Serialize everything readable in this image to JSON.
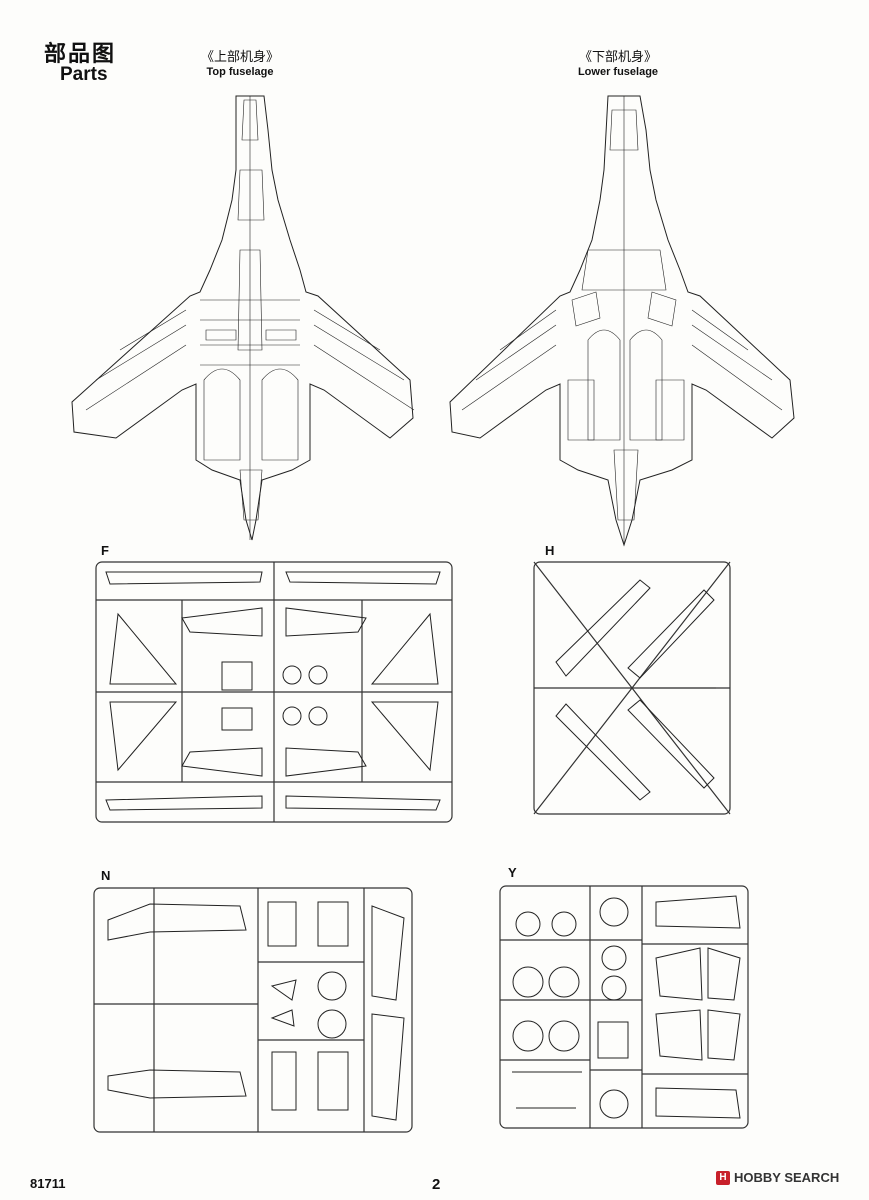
{
  "header": {
    "title_cn": "部品图",
    "title_en": "Parts"
  },
  "views": {
    "top": {
      "cn": "《上部机身》",
      "en": "Top fuselage"
    },
    "lower": {
      "cn": "《下部机身》",
      "en": "Lower fuselage"
    }
  },
  "sprues": {
    "f": "F",
    "h": "H",
    "n": "N",
    "y": "Y"
  },
  "footer": {
    "code": "81711",
    "page": "2",
    "watermark": "HOBBY SEARCH",
    "watermark_mark": "H"
  }
}
